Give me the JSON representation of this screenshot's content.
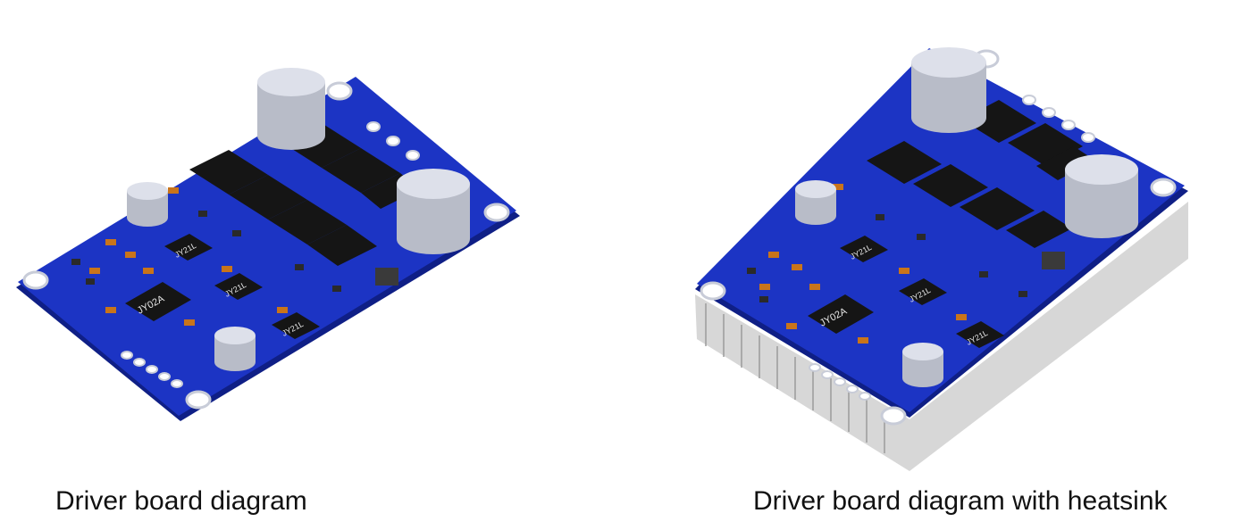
{
  "figure": {
    "left_caption": "Driver board diagram",
    "right_caption": "Driver board diagram with heatsink"
  },
  "chips": {
    "main": "JY02A",
    "small": "JY21L"
  },
  "colors": {
    "pcb": "#1c34c4",
    "pcb_edge": "#0f1f86",
    "capacitor": "#dde0ea",
    "mosfet": "#151515",
    "smd_orange": "#c9741a",
    "heatsink": "#d7d7d7",
    "background": "#ffffff"
  }
}
